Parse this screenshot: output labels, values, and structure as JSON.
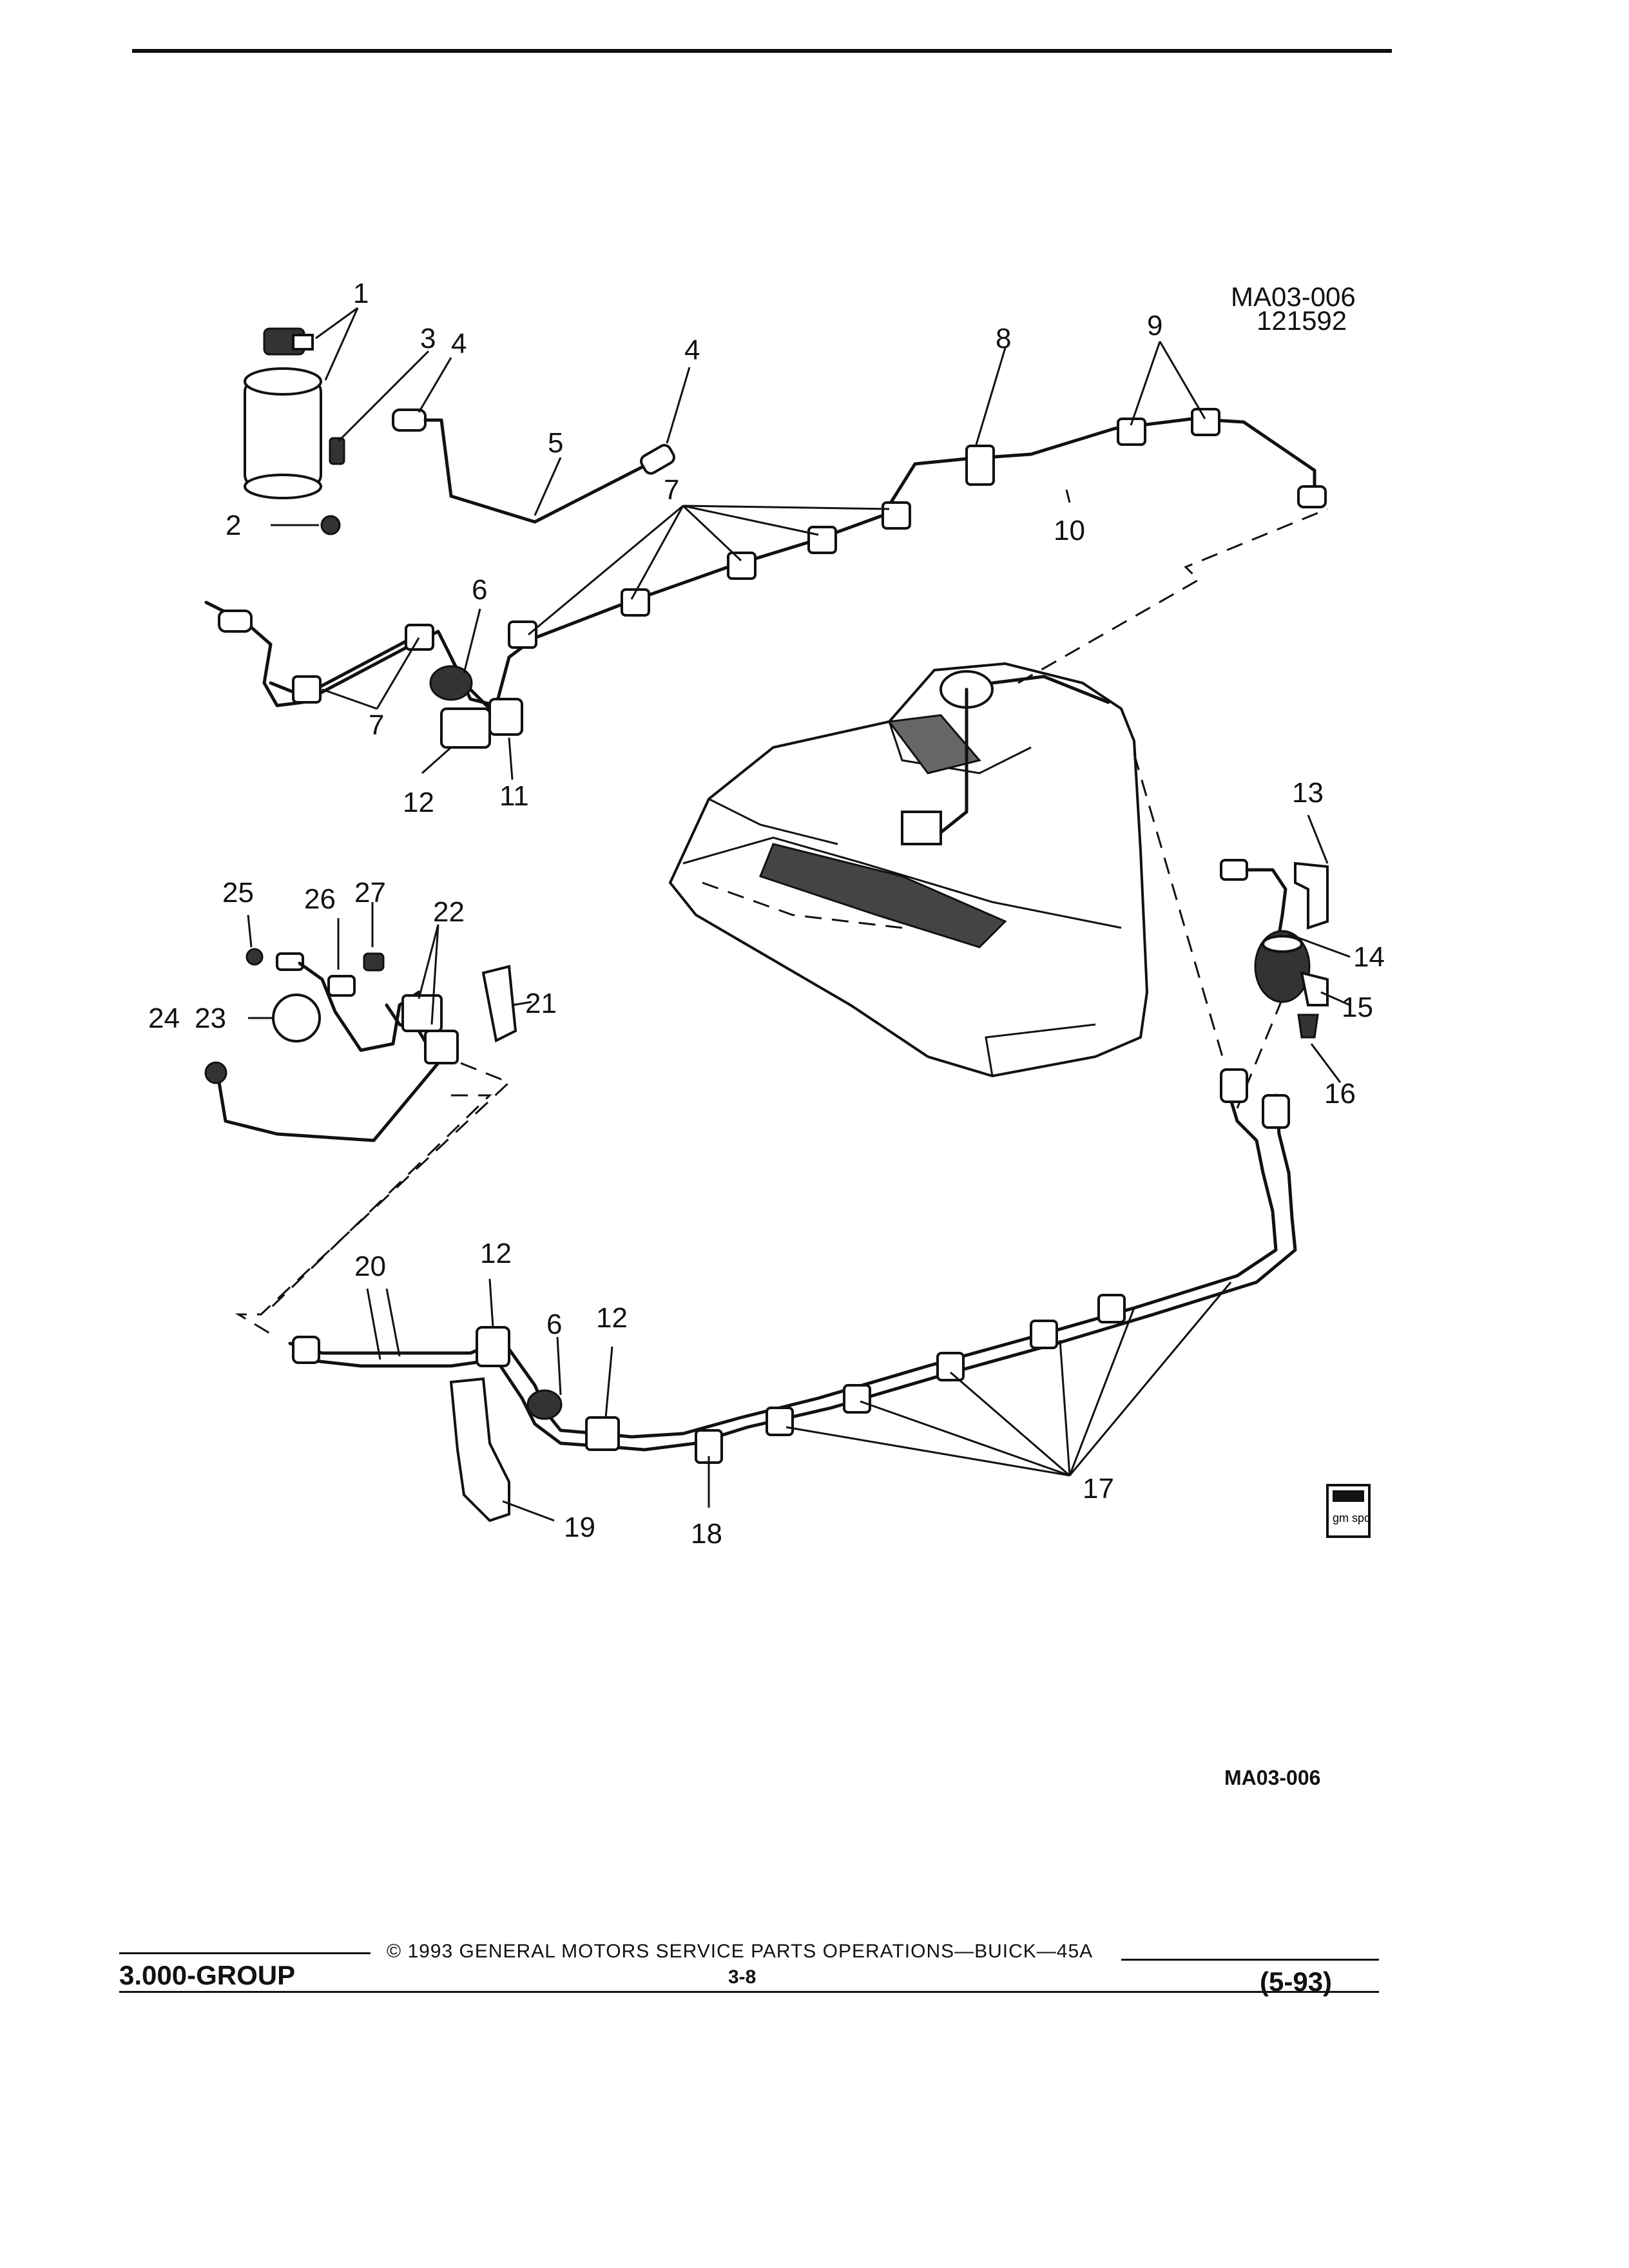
{
  "figure": {
    "ref_top": "MA03-006",
    "date_code": "121592",
    "ref_bottom": "MA03-006",
    "logo_text": "gm spo"
  },
  "callouts": [
    {
      "id": "c1",
      "label": "1"
    },
    {
      "id": "c2",
      "label": "2"
    },
    {
      "id": "c3",
      "label": "3"
    },
    {
      "id": "c4a",
      "label": "4"
    },
    {
      "id": "c4b",
      "label": "4"
    },
    {
      "id": "c5",
      "label": "5"
    },
    {
      "id": "c6a",
      "label": "6"
    },
    {
      "id": "c6b",
      "label": "6"
    },
    {
      "id": "c7a",
      "label": "7"
    },
    {
      "id": "c7b",
      "label": "7"
    },
    {
      "id": "c8",
      "label": "8"
    },
    {
      "id": "c9",
      "label": "9"
    },
    {
      "id": "c10",
      "label": "10"
    },
    {
      "id": "c11",
      "label": "11"
    },
    {
      "id": "c12a",
      "label": "12"
    },
    {
      "id": "c12b",
      "label": "12"
    },
    {
      "id": "c12c",
      "label": "12"
    },
    {
      "id": "c13",
      "label": "13"
    },
    {
      "id": "c14",
      "label": "14"
    },
    {
      "id": "c15",
      "label": "15"
    },
    {
      "id": "c16",
      "label": "16"
    },
    {
      "id": "c17",
      "label": "17"
    },
    {
      "id": "c18",
      "label": "18"
    },
    {
      "id": "c19",
      "label": "19"
    },
    {
      "id": "c20",
      "label": "20"
    },
    {
      "id": "c21",
      "label": "21"
    },
    {
      "id": "c22",
      "label": "22"
    },
    {
      "id": "c23",
      "label": "23"
    },
    {
      "id": "c24",
      "label": "24"
    },
    {
      "id": "c25",
      "label": "25"
    },
    {
      "id": "c26",
      "label": "26"
    },
    {
      "id": "c27",
      "label": "27"
    }
  ],
  "footer": {
    "group": "3.000-GROUP",
    "copyright": "© 1993 GENERAL MOTORS SERVICE PARTS OPERATIONS—BUICK—45A",
    "page": "3-8",
    "date": "(5-93)"
  }
}
